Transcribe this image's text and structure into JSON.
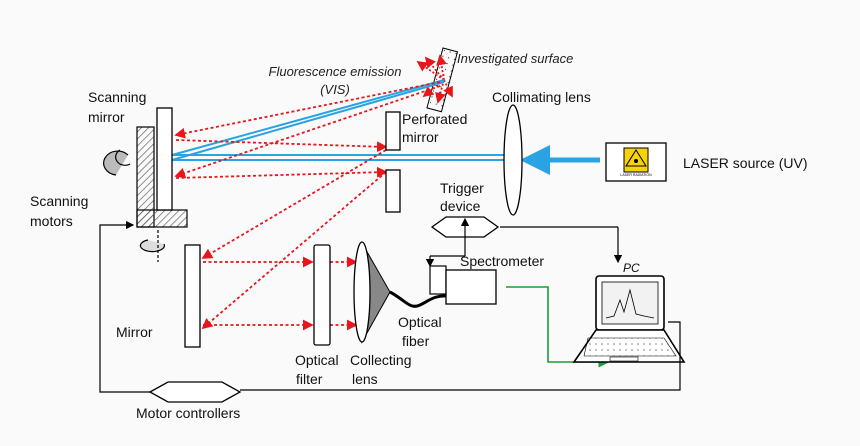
{
  "labels": {
    "investigated_surface": "Investigated surface",
    "fluorescence_line1": "Fluorescence emission",
    "fluorescence_line2": "(VIS)",
    "collimating_lens": "Collimating lens",
    "scanning_mirror_line1": "Scanning",
    "scanning_mirror_line2": "mirror",
    "perforated_line1": "Perforated",
    "perforated_line2": "mirror",
    "laser_source": "LASER source (UV)",
    "scanning_motors_line1": "Scanning",
    "scanning_motors_line2": "motors",
    "trigger_line1": "Trigger",
    "trigger_line2": "device",
    "spectrometer": "Spectrometer",
    "pc": "PC",
    "mirror": "Mirror",
    "optical_fiber_line1": "Optical",
    "optical_fiber_line2": "fiber",
    "optical_filter_line1": "Optical",
    "optical_filter_line2": "filter",
    "collecting_lens_line1": "Collecting",
    "collecting_lens_line2": "lens",
    "motor_controllers": "Motor controllers",
    "laser_badge": "LASER RADIATION"
  },
  "colors": {
    "uv_beam": "#29a3e3",
    "fluorescence": "#e8151b",
    "signal_line": "#1a9c3a",
    "hatch": "#555555",
    "background": "#fafafa"
  }
}
